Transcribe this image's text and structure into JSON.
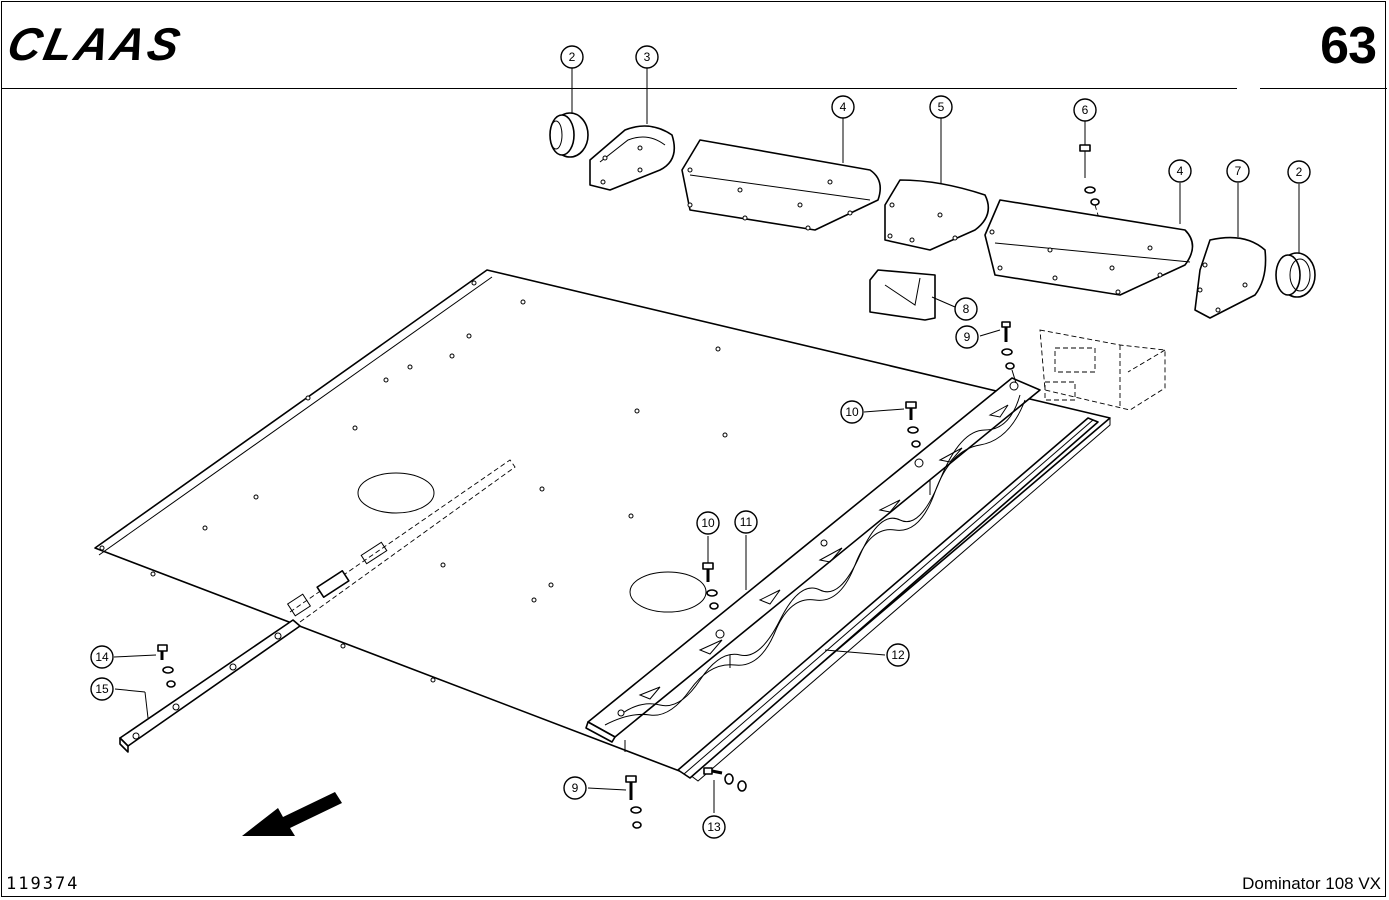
{
  "header": {
    "brand": "CLAAS",
    "page_number": "63"
  },
  "footer": {
    "drawing_number": "119374",
    "model": "Dominator 108 VX"
  },
  "callouts": [
    {
      "id": "c2a",
      "label": "2"
    },
    {
      "id": "c3",
      "label": "3"
    },
    {
      "id": "c4a",
      "label": "4"
    },
    {
      "id": "c5",
      "label": "5"
    },
    {
      "id": "c6",
      "label": "6"
    },
    {
      "id": "c4b",
      "label": "4"
    },
    {
      "id": "c7",
      "label": "7"
    },
    {
      "id": "c2b",
      "label": "2"
    },
    {
      "id": "c8",
      "label": "8"
    },
    {
      "id": "c9a",
      "label": "9"
    },
    {
      "id": "c10a",
      "label": "10"
    },
    {
      "id": "c10b",
      "label": "10"
    },
    {
      "id": "c11",
      "label": "11"
    },
    {
      "id": "c12",
      "label": "12"
    },
    {
      "id": "c14",
      "label": "14"
    },
    {
      "id": "c15",
      "label": "15"
    },
    {
      "id": "c9b",
      "label": "9"
    },
    {
      "id": "c13",
      "label": "13"
    }
  ]
}
